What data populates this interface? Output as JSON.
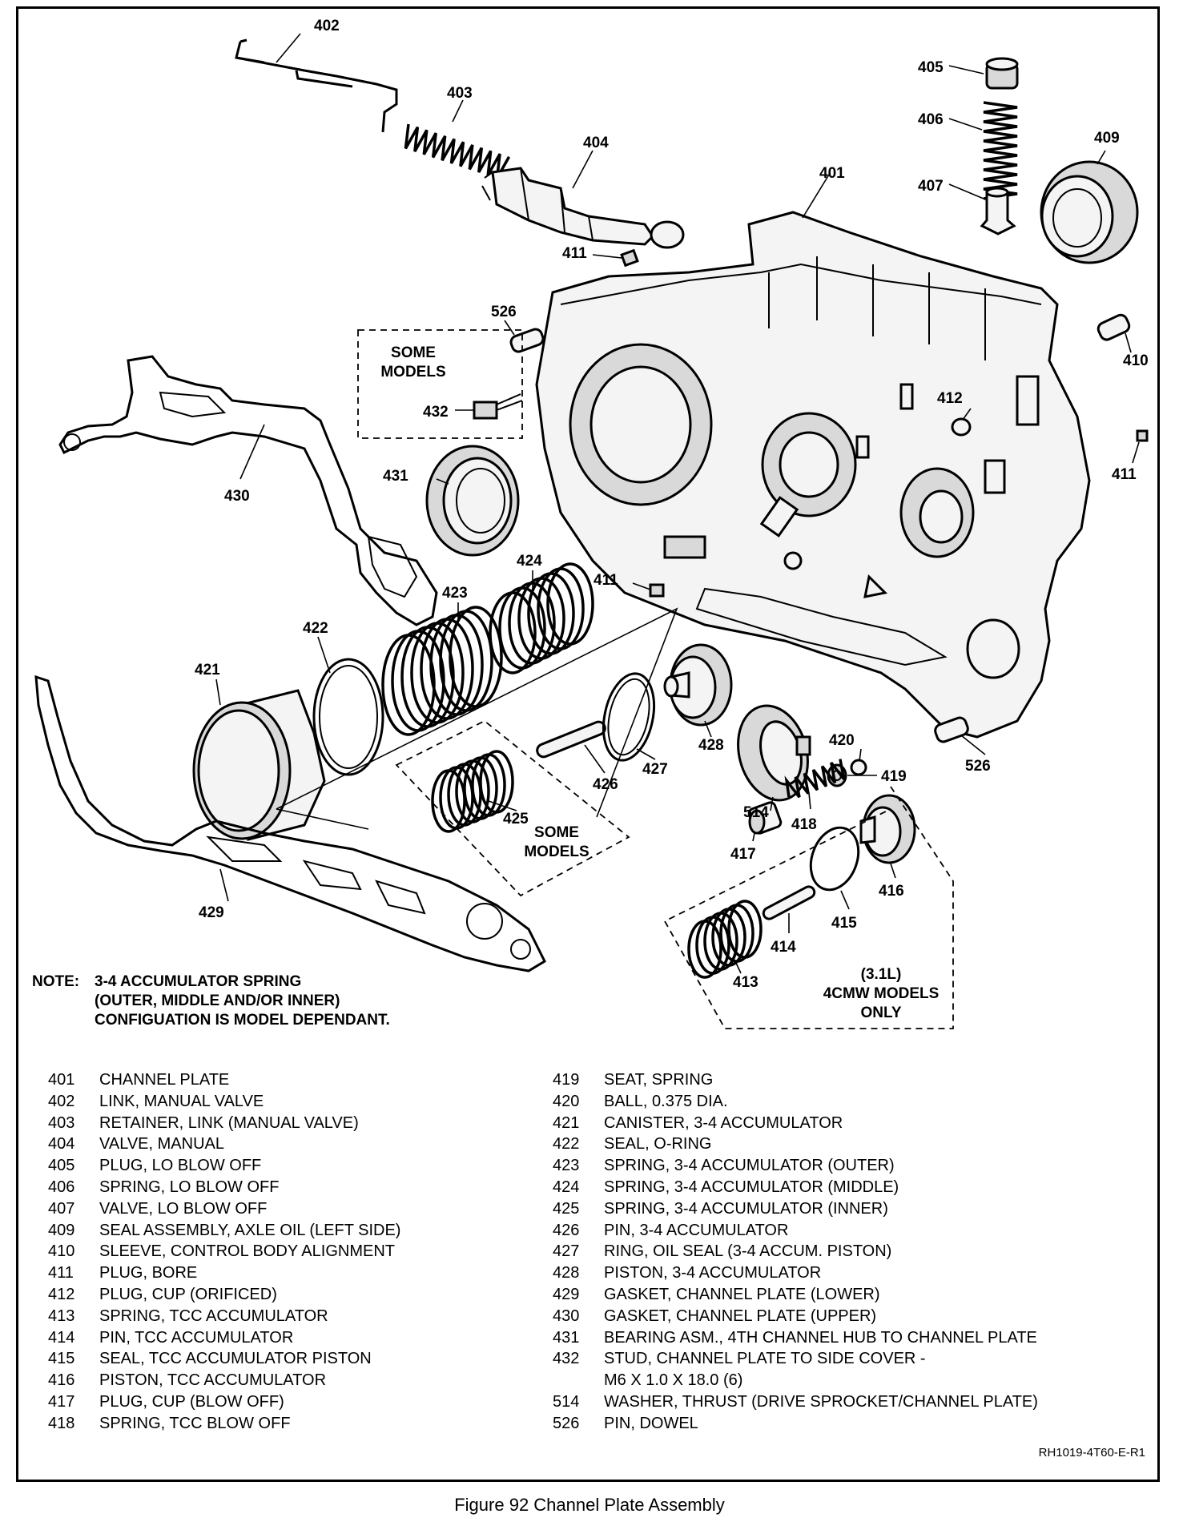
{
  "labels": {
    "l401": "401",
    "l402": "402",
    "l403": "403",
    "l404": "404",
    "l405": "405",
    "l406": "406",
    "l407": "407",
    "l409": "409",
    "l410": "410",
    "l411a": "411",
    "l411b": "411",
    "l411c": "411",
    "l412": "412",
    "l413": "413",
    "l414": "414",
    "l415": "415",
    "l416": "416",
    "l417": "417",
    "l418": "418",
    "l419": "419",
    "l420": "420",
    "l421": "421",
    "l422": "422",
    "l423": "423",
    "l424": "424",
    "l425": "425",
    "l426": "426",
    "l427": "427",
    "l428": "428",
    "l429": "429",
    "l430": "430",
    "l431": "431",
    "l432": "432",
    "l514": "514",
    "l526a": "526",
    "l526b": "526"
  },
  "callouts": {
    "some_models_a_1": "SOME",
    "some_models_a_2": "MODELS",
    "some_models_b_1": "SOME",
    "some_models_b_2": "MODELS",
    "cmw_1": "(3.1L)",
    "cmw_2": "4CMW MODELS",
    "cmw_3": "ONLY"
  },
  "note": {
    "label": "NOTE:",
    "lines": [
      "3-4 ACCUMULATOR SPRING",
      "(OUTER, MIDDLE AND/OR INNER)",
      "CONFIGUATION IS MODEL DEPENDANT."
    ]
  },
  "legend_left": [
    {
      "num": "401",
      "desc": "CHANNEL PLATE"
    },
    {
      "num": "402",
      "desc": "LINK, MANUAL VALVE"
    },
    {
      "num": "403",
      "desc": "RETAINER, LINK (MANUAL VALVE)"
    },
    {
      "num": "404",
      "desc": "VALVE, MANUAL"
    },
    {
      "num": "405",
      "desc": "PLUG, LO BLOW OFF"
    },
    {
      "num": "406",
      "desc": "SPRING, LO BLOW OFF"
    },
    {
      "num": "407",
      "desc": "VALVE, LO BLOW OFF"
    },
    {
      "num": "409",
      "desc": "SEAL ASSEMBLY, AXLE OIL (LEFT SIDE)"
    },
    {
      "num": "410",
      "desc": "SLEEVE, CONTROL BODY ALIGNMENT"
    },
    {
      "num": "411",
      "desc": "PLUG, BORE"
    },
    {
      "num": "412",
      "desc": "PLUG, CUP (ORIFICED)"
    },
    {
      "num": "413",
      "desc": "SPRING, TCC ACCUMULATOR"
    },
    {
      "num": "414",
      "desc": "PIN, TCC ACCUMULATOR"
    },
    {
      "num": "415",
      "desc": "SEAL, TCC ACCUMULATOR PISTON"
    },
    {
      "num": "416",
      "desc": "PISTON, TCC ACCUMULATOR"
    },
    {
      "num": "417",
      "desc": "PLUG, CUP (BLOW OFF)"
    },
    {
      "num": "418",
      "desc": "SPRING, TCC BLOW OFF"
    }
  ],
  "legend_right": [
    {
      "num": "419",
      "desc": "SEAT, SPRING"
    },
    {
      "num": "420",
      "desc": "BALL, 0.375 DIA."
    },
    {
      "num": "421",
      "desc": "CANISTER, 3-4 ACCUMULATOR"
    },
    {
      "num": "422",
      "desc": "SEAL, O-RING"
    },
    {
      "num": "423",
      "desc": "SPRING, 3-4 ACCUMULATOR (OUTER)"
    },
    {
      "num": "424",
      "desc": "SPRING, 3-4 ACCUMULATOR (MIDDLE)"
    },
    {
      "num": "425",
      "desc": "SPRING, 3-4 ACCUMULATOR (INNER)"
    },
    {
      "num": "426",
      "desc": "PIN, 3-4 ACCUMULATOR"
    },
    {
      "num": "427",
      "desc": "RING, OIL SEAL (3-4 ACCUM. PISTON)"
    },
    {
      "num": "428",
      "desc": "PISTON, 3-4 ACCUMULATOR"
    },
    {
      "num": "429",
      "desc": "GASKET, CHANNEL PLATE (LOWER)"
    },
    {
      "num": "430",
      "desc": "GASKET, CHANNEL PLATE (UPPER)"
    },
    {
      "num": "431",
      "desc": "BEARING ASM., 4TH CHANNEL HUB TO CHANNEL PLATE"
    },
    {
      "num": "432",
      "desc": "STUD, CHANNEL PLATE TO SIDE COVER -",
      "cont": "M6 X 1.0 X 18.0 (6)"
    },
    {
      "num": "514",
      "desc": "WASHER, THRUST (DRIVE SPROCKET/CHANNEL PLATE)"
    },
    {
      "num": "526",
      "desc": "PIN, DOWEL"
    }
  ],
  "reference_code": "RH1019-4T60-E-R1",
  "caption": "Figure 92 Channel Plate Assembly"
}
